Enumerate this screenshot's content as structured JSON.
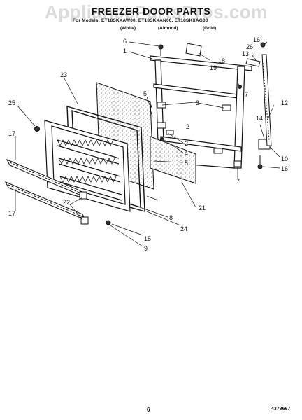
{
  "watermark": "AppliancePartsPros.com",
  "title": "FREEZER DOOR PARTS",
  "models": "For Models: ET18SKXAW00, ET18SKXAN00, ET18SKXAG00",
  "finishes": [
    "(White)",
    "(Almond)",
    "(Gold)"
  ],
  "callouts": [
    "1",
    "2",
    "2",
    "3",
    "4",
    "5",
    "5",
    "6",
    "7",
    "7",
    "8",
    "9",
    "10",
    "12",
    "13",
    "14",
    "15",
    "16",
    "16",
    "17",
    "17",
    "18",
    "19",
    "21",
    "22",
    "23",
    "24",
    "25",
    "26"
  ],
  "page_number": "6",
  "document_number": "4379667"
}
